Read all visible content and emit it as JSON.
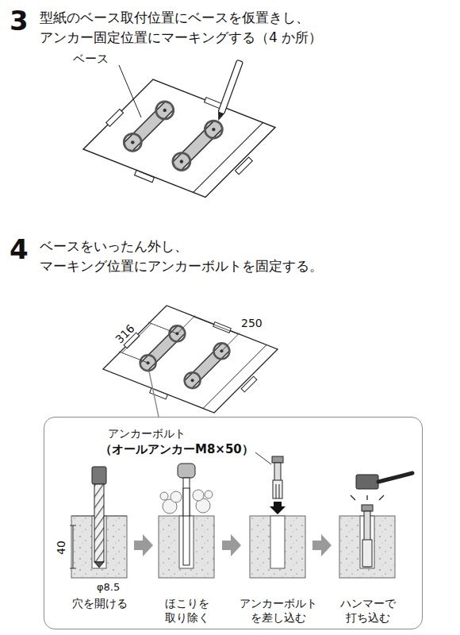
{
  "diagram": {
    "nodes": [
      {
        "text": [
          "アンカーボルト",
          "（オールアンカーM8×50）",
          "40",
          "φ8.5",
          "穴を開ける",
          "ほこりを 取り除く",
          "アンカーボルト を差し込む",
          "ハンマーで 打ち込む"
        ]
      }
    ],
    "labels": [
      "3",
      "型紙のベース取付位置にベースを仮置きし、 アンカー固定位置にマーキングする（4 か所）",
      "ベース",
      "4",
      "ベースをいったん外し、 マーキング位置にアンカーボルトを固定する。",
      "316",
      "250"
    ]
  }
}
